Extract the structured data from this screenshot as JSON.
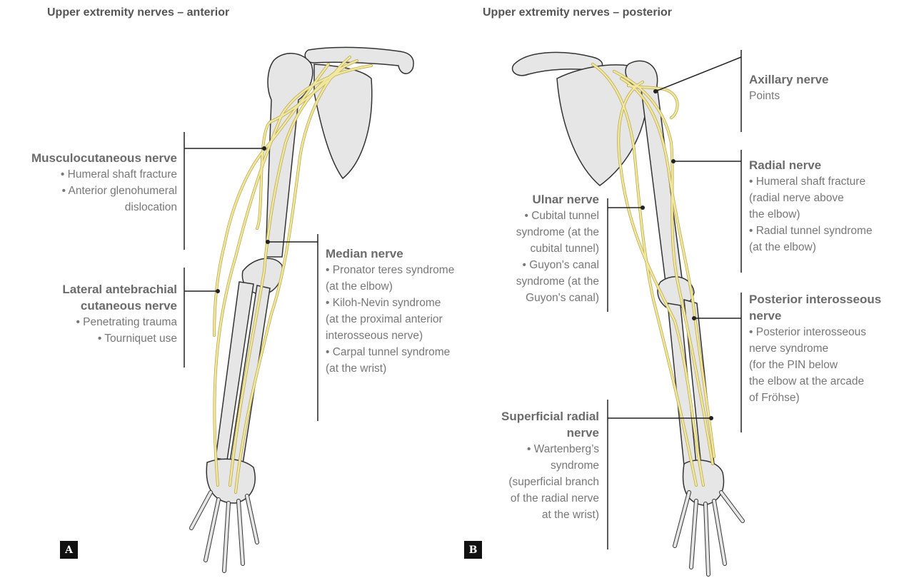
{
  "panels": {
    "a": {
      "title": "Upper extremity nerves – anterior",
      "badge": "A"
    },
    "b": {
      "title": "Upper extremity nerves – posterior",
      "badge": "B"
    }
  },
  "labels": {
    "musculocutaneous": {
      "name": "Musculocutaneous nerve",
      "lines": [
        "• Humeral shaft fracture",
        "• Anterior glenohumeral",
        "dislocation"
      ]
    },
    "lateral_antebrachial": {
      "name_lines": [
        "Lateral antebrachial",
        "cutaneous nerve"
      ],
      "lines": [
        "• Penetrating trauma",
        "• Tourniquet use"
      ]
    },
    "median": {
      "name": "Median nerve",
      "lines": [
        "• Pronator teres syndrome",
        "(at the elbow)",
        "• Kiloh-Nevin syndrome",
        "(at the proximal anterior",
        "interosseous nerve)",
        "• Carpal tunnel syndrome",
        "(at the wrist)"
      ]
    },
    "axillary": {
      "name": "Axillary nerve",
      "lines": [
        "Points"
      ]
    },
    "radial": {
      "name": "Radial nerve",
      "lines": [
        "• Humeral shaft fracture",
        "(radial nerve above",
        "the elbow)",
        "• Radial tunnel syndrome",
        "(at the elbow)"
      ]
    },
    "ulnar": {
      "name": "Ulnar nerve",
      "lines": [
        "• Cubital tunnel",
        "syndrome (at the",
        "cubital tunnel)",
        "• Guyon's canal",
        "syndrome (at the",
        "Guyon's canal)"
      ]
    },
    "posterior_interosseous": {
      "name_lines": [
        "Posterior interosseous",
        "nerve"
      ],
      "lines": [
        "• Posterior interosseous",
        "nerve syndrome",
        "(for the PIN below",
        "the elbow at the arcade",
        "of Fröhse)"
      ]
    },
    "superficial_radial": {
      "name_lines": [
        "Superficial radial",
        "nerve"
      ],
      "lines": [
        "• Wartenberg’s",
        "syndrome",
        "(superficial branch",
        "of the radial nerve",
        "at the wrist)"
      ]
    }
  },
  "colors": {
    "bone_fill": "#e6e6e6",
    "bone_stroke": "#333333",
    "nerve": "#f2e7a0",
    "nerve_edge": "#b8a84a",
    "leader": "#222222",
    "text": "#777777",
    "heading": "#6b6b6b"
  }
}
